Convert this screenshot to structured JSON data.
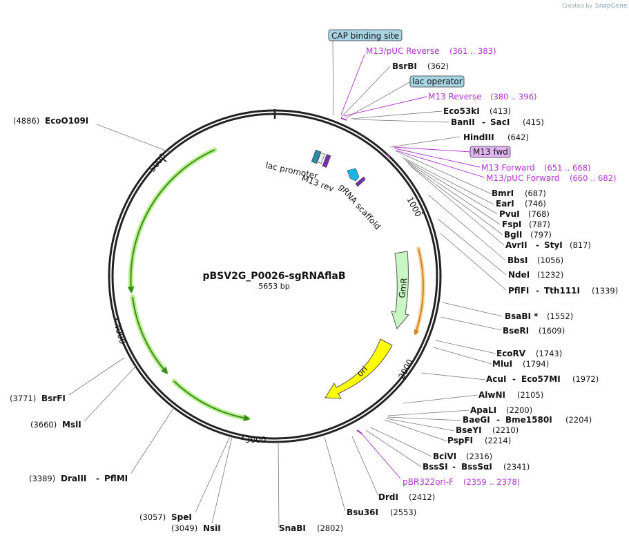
{
  "credit": {
    "created_by": "Created by",
    "brand": "SnapGene"
  },
  "map": {
    "name": "pBSV2G_P0026-sgRNAflaB",
    "size": "5653 bp"
  },
  "ticks": {
    "t1000": "1000",
    "t2000": "2000",
    "t3000": "3000",
    "t4000": "4000",
    "t5000": "5000"
  },
  "features": {
    "gmr": "GmR",
    "ori": "ori",
    "lac_promoter": "lac promoter",
    "m13_rev": "M13 rev",
    "grna_scaffold": "gRNA scaffold"
  },
  "boxed_labels": {
    "cap_binding_site": "CAP binding site",
    "lac_operator": "lac operator",
    "m13_fwd": "M13 fwd"
  },
  "primers": [
    {
      "name": "M13/pUC Reverse",
      "range": "(361 .. 383)"
    },
    {
      "name": "M13 Reverse",
      "range": "(380 .. 396)"
    },
    {
      "name": "M13 Forward",
      "range": "(651 .. 668)"
    },
    {
      "name": "M13/pUC Forward",
      "range": "(660 .. 682)"
    },
    {
      "name": "pBR322ori-F",
      "range": "(2359 .. 2378)"
    }
  ],
  "enzymes": {
    "bsrbi": {
      "name": "BsrBI",
      "pos": "(362)"
    },
    "eco53ki": {
      "name": "Eco53kI",
      "pos": "(413)"
    },
    "banii": {
      "name": "BanII",
      "name2": "SacI",
      "pos": "(415)"
    },
    "hindiii": {
      "name": "HindIII",
      "pos": "(642)"
    },
    "bmri": {
      "name": "BmrI",
      "pos": "(687)"
    },
    "eari": {
      "name": "EarI",
      "pos": "(746)"
    },
    "pvui": {
      "name": "PvuI",
      "pos": "(768)"
    },
    "fspi": {
      "name": "FspI",
      "pos": "(787)"
    },
    "bgli": {
      "name": "BglI",
      "pos": "(797)"
    },
    "avrii": {
      "name": "AvrII",
      "name2": "StyI",
      "pos": "(817)"
    },
    "bbsi": {
      "name": "BbsI",
      "pos": "(1056)"
    },
    "ndei": {
      "name": "NdeI",
      "pos": "(1232)"
    },
    "pflfi": {
      "name": "PflFI",
      "name2": "Tth111I",
      "pos": "(1339)"
    },
    "bsabi": {
      "name": "BsaBI *",
      "pos": "(1552)"
    },
    "bseri": {
      "name": "BseRI",
      "pos": "(1609)"
    },
    "ecorv": {
      "name": "EcoRV",
      "pos": "(1743)"
    },
    "mlui": {
      "name": "MluI",
      "pos": "(1794)"
    },
    "acui": {
      "name": "AcuI",
      "name2": "Eco57MI",
      "pos": "(1972)"
    },
    "alwni": {
      "name": "AlwNI",
      "pos": "(2105)"
    },
    "apali": {
      "name": "ApaLI",
      "pos": "(2200)"
    },
    "baegi": {
      "name": "BaeGI",
      "name2": "Bme1580I",
      "pos": "(2204)"
    },
    "bseyi": {
      "name": "BseYI",
      "pos": "(2210)"
    },
    "pspfi": {
      "name": "PspFI",
      "pos": "(2214)"
    },
    "bcivi": {
      "name": "BciVI",
      "pos": "(2316)"
    },
    "bsssi": {
      "name": "BssSI",
      "name2": "BssSαI",
      "pos": "(2341)"
    },
    "drdi": {
      "name": "DrdI",
      "pos": "(2412)"
    },
    "bsu36i": {
      "name": "Bsu36I",
      "pos": "(2553)"
    },
    "snabi": {
      "name": "SnaBI",
      "pos": "(2802)"
    },
    "nsii": {
      "name": "NsiI",
      "pos": "(3049)"
    },
    "spei": {
      "name": "SpeI",
      "pos": "(3057)"
    },
    "draiii": {
      "name": "DraIII",
      "name2": "PflMI",
      "pos": "(3389)"
    },
    "msli": {
      "name": "MslI",
      "pos": "(3660)"
    },
    "bsrfi": {
      "name": "BsrFI",
      "pos": "(3771)"
    },
    "eco0109i": {
      "name": "EcoO109I",
      "pos": "(4886)"
    }
  },
  "colors": {
    "backbone": "#222222",
    "primer": "#b030d0",
    "gmr_fill": "#c9f7c4",
    "ori_fill": "#ffff00",
    "orange_arrow": "#e8a84a",
    "green_orf": "#3a8f1c",
    "green_glow": "#b8ee8c",
    "cap_box": "#a9d4e4",
    "m13fwd_box": "#e2b6f2",
    "scaffold_arrow": "#19b6e8"
  }
}
